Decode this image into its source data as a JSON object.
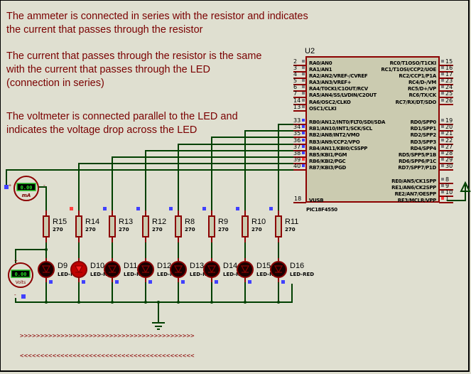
{
  "notes": [
    [
      "The ammeter is connected in series with the resistor and indicates",
      "the current that passes through the resistor"
    ],
    [
      "The current that passes through the resistor is the same",
      "with the current that passes through the LED",
      "(connection in series)"
    ],
    [
      "The voltmeter is connected parallel to the LED and",
      "indicates the voltage drop across the LED"
    ]
  ],
  "colors": {
    "background": "#dfdfd0",
    "wire": "#004000",
    "component": "#8b0000",
    "text": "#7a0000",
    "pin_logic_high": "#ff4040",
    "pin_logic_low": "#4040ff",
    "pin_floating": "#808080"
  },
  "mcu": {
    "ref": "U2",
    "part": "PIC18F4550",
    "left_pins": [
      {
        "num": "2",
        "name": "RA0/AN0",
        "state": "floating"
      },
      {
        "num": "3",
        "name": "RA1/AN1",
        "state": "floating"
      },
      {
        "num": "4",
        "name": "RA2/AN2/VREF-/CVREF",
        "state": "floating"
      },
      {
        "num": "5",
        "name": "RA3/AN3/VREF+",
        "state": "floating"
      },
      {
        "num": "6",
        "name": "RA4/T0CKI/C1OUT/RCV",
        "state": "floating"
      },
      {
        "num": "7",
        "name": "RA5/AN4/SS/LVDIN/C2OUT",
        "state": "floating"
      },
      {
        "num": "14",
        "name": "RA6/OSC2/CLKO",
        "state": "floating"
      },
      {
        "num": "13",
        "name": "OSC1/CLKI",
        "state": "floating"
      },
      {
        "num": "33",
        "name": "RB0/AN12/INT0/FLT0/SDI/SDA",
        "state": "low"
      },
      {
        "num": "34",
        "name": "RB1/AN10/INT1/SCK/SCL",
        "state": "low"
      },
      {
        "num": "35",
        "name": "RB2/AN8/INT2/VMO",
        "state": "low"
      },
      {
        "num": "36",
        "name": "RB3/AN9/CCP2/VPO",
        "state": "low"
      },
      {
        "num": "37",
        "name": "RB4/AN11/KBI0/CSSPP",
        "state": "low"
      },
      {
        "num": "38",
        "name": "RB5/KBI1/PGM",
        "state": "low"
      },
      {
        "num": "39",
        "name": "RB6/KBI2/PGC",
        "state": "high"
      },
      {
        "num": "40",
        "name": "RB7/KBI3/PGD",
        "state": "low"
      },
      {
        "num": "18",
        "name": "VUSB",
        "state": "none"
      }
    ],
    "right_pins": [
      {
        "num": "15",
        "name": "RC0/T1OSO/T1CKI",
        "state": "floating"
      },
      {
        "num": "16",
        "name": "RC1/T1OSI/CCP2/UOE",
        "state": "floating"
      },
      {
        "num": "17",
        "name": "RC2/CCP1/P1A",
        "state": "floating"
      },
      {
        "num": "23",
        "name": "RC4/D-/VM",
        "state": "floating"
      },
      {
        "num": "24",
        "name": "RC5/D+/VP",
        "state": "floating"
      },
      {
        "num": "25",
        "name": "RC6/TX/CK",
        "state": "floating"
      },
      {
        "num": "26",
        "name": "RC7/RX/DT/SDO",
        "state": "floating"
      },
      {
        "num": "19",
        "name": "RD0/SPP0",
        "state": "floating"
      },
      {
        "num": "20",
        "name": "RD1/SPP1",
        "state": "floating"
      },
      {
        "num": "21",
        "name": "RD2/SPP2",
        "state": "floating"
      },
      {
        "num": "22",
        "name": "RD3/SPP3",
        "state": "floating"
      },
      {
        "num": "27",
        "name": "RD4/SPP4",
        "state": "floating"
      },
      {
        "num": "28",
        "name": "RD5/SPP5/P1B",
        "state": "floating"
      },
      {
        "num": "29",
        "name": "RD6/SPP6/P1C",
        "state": "floating"
      },
      {
        "num": "30",
        "name": "RD7/SPP7/P1D",
        "state": "floating"
      },
      {
        "num": "8",
        "name": "RE0/AN5/CK1SPP",
        "state": "floating"
      },
      {
        "num": "9",
        "name": "RE1/AN6/CK2SPP",
        "state": "floating"
      },
      {
        "num": "10",
        "name": "RE2/AN7/OESPP",
        "state": "floating"
      },
      {
        "num": "1",
        "name": "RE3/MCLR/VPP",
        "state": "high"
      }
    ]
  },
  "resistors": [
    {
      "ref": "R15",
      "value": "270",
      "state": "none"
    },
    {
      "ref": "R14",
      "value": "270",
      "state": "high"
    },
    {
      "ref": "R13",
      "value": "270",
      "state": "low"
    },
    {
      "ref": "R12",
      "value": "270",
      "state": "low"
    },
    {
      "ref": "R8",
      "value": "270",
      "state": "low"
    },
    {
      "ref": "R9",
      "value": "270",
      "state": "low"
    },
    {
      "ref": "R10",
      "value": "270",
      "state": "low"
    },
    {
      "ref": "R11",
      "value": "270",
      "state": "low"
    }
  ],
  "leds": [
    {
      "ref": "D9",
      "type": "LED-RED",
      "lit": false
    },
    {
      "ref": "D10",
      "type": "LED-RED",
      "lit": true
    },
    {
      "ref": "D11",
      "type": "LED-RED",
      "lit": false
    },
    {
      "ref": "D12",
      "type": "LED-RED",
      "lit": false
    },
    {
      "ref": "D13",
      "type": "LED-RED",
      "lit": false
    },
    {
      "ref": "D14",
      "type": "LED-RED",
      "lit": false
    },
    {
      "ref": "D15",
      "type": "LED-RED",
      "lit": false
    },
    {
      "ref": "D16",
      "type": "LED-RED",
      "lit": false
    }
  ],
  "ammeter": {
    "reading": "0.00",
    "unit": "mA",
    "plus": "+",
    "minus": "-"
  },
  "voltmeter": {
    "reading": "0.00",
    "unit": "Volts",
    "plus": "+",
    "minus": "-"
  },
  "marquee": {
    "forward": ">>>>>>>>>>>>>>>>>>>>>>>>>>>>>>>>>>>>>>>>>>>",
    "backward": "<<<<<<<<<<<<<<<<<<<<<<<<<<<<<<<<<<<<<<<<<<<"
  }
}
